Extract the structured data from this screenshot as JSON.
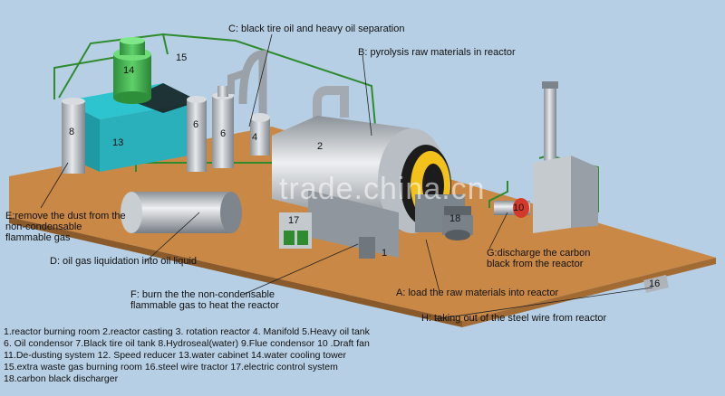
{
  "callouts": {
    "c": "C: black tire oil and heavy oil separation",
    "b": "B:  pyrolysis raw materials in reactor",
    "e": "E:remove the dust from the non-condensable flammable gas",
    "d": "D:   oil gas liquidation into oil liquid",
    "g": "G:discharge the carbon black from the reactor",
    "f": "F:  burn the the non-condensable flammable gas to heat the reactor",
    "a": "A:  load the raw materials into reactor",
    "h": "H:  taking out of the steel wire from reactor"
  },
  "numbers": {
    "n14": "14",
    "n15": "15",
    "n8": "8",
    "n13": "13",
    "n6a": "6",
    "n6b": "6",
    "n4": "4",
    "n2": "2",
    "n17": "17",
    "n18": "18",
    "n1": "1",
    "n10": "10",
    "n16": "16"
  },
  "legend": [
    "1.reactor burning  room  2.reactor casting 3. rotation reactor 4. Manifold 5.Heavy oil tank",
    "6. Oil condensor 7.Black tire oil tank 8.Hydroseal(water) 9.Flue condensor 10  .Draft fan",
    "11.De-dusting system  12. Speed reducer 13.water cabinet 14.water cooling tower",
    "15.extra waste gas burning room 16.steel wire tractor 17.electric control system",
    "18.carbon black discharger"
  ],
  "watermark": "trade.china.cn",
  "colors": {
    "background": "#b7cfe4",
    "platform": "#c98845",
    "pipe_green": "#2e8b2e",
    "equipment_gray": "#b0b6bd",
    "tower_green": "#3cb14a",
    "water_cyan": "#2ec4cf"
  }
}
